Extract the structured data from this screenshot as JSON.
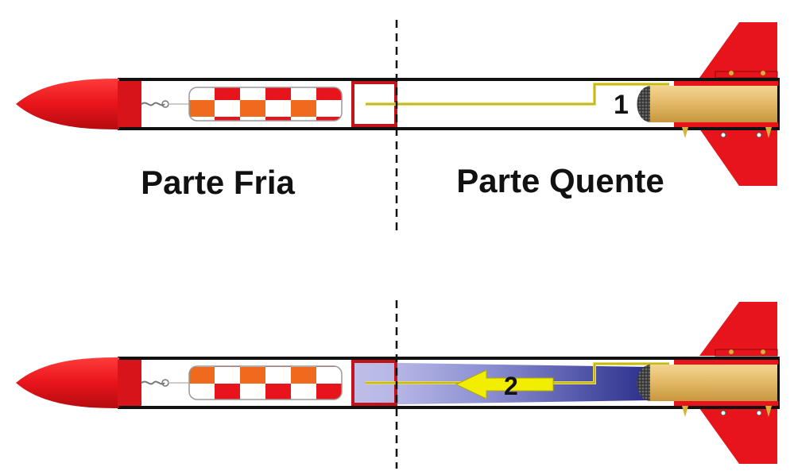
{
  "labels": {
    "cold_section": "Parte Fria",
    "hot_section": "Parte Quente",
    "step_1": "1",
    "step_2": "2"
  },
  "colors": {
    "rocket_red": "#e8141b",
    "tube_outline": "#111111",
    "parachute_orange": "#f06a1e",
    "parachute_red": "#e8141b",
    "motor_tan": "#e2b865",
    "fuse_yellow": "#e9dc4a",
    "ejection_gas_blue": "#2b2f8a",
    "arrow_yellow": "#f2ee00"
  }
}
